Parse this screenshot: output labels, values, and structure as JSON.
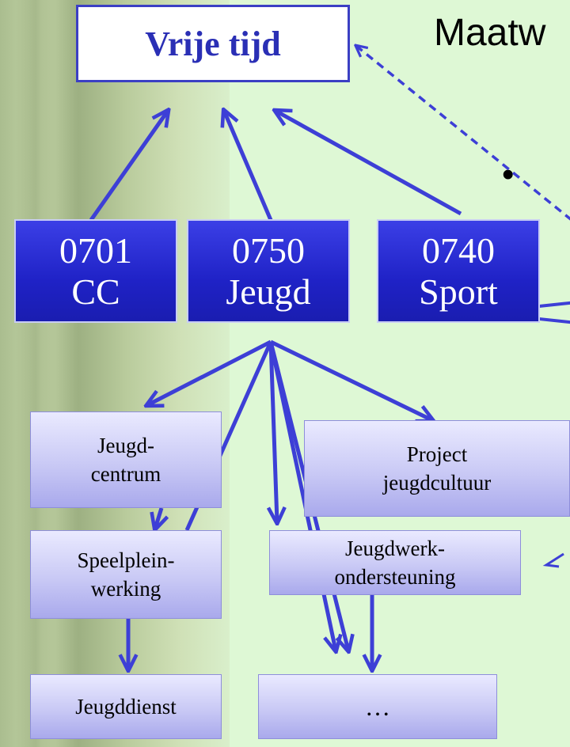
{
  "title": "Maatw",
  "bullet": "•",
  "top_node": {
    "label": "Vrije tijd"
  },
  "level1": [
    {
      "code": "0701",
      "name": "CC"
    },
    {
      "code": "0750",
      "name": "Jeugd"
    },
    {
      "code": "0740",
      "name": "Sport"
    }
  ],
  "level2": {
    "jeugdcentrum": [
      "Jeugd-",
      "centrum"
    ],
    "project": [
      "Project",
      "jeugdcultuur"
    ],
    "speelplein": [
      "Speelplein-",
      "werking"
    ],
    "jeugdwerk": [
      "Jeugdwerk-",
      "ondersteuning"
    ],
    "jeugddienst": "Jeugddienst",
    "more": "…"
  },
  "colors": {
    "arrow": "#3d3fd6",
    "dark_box": "#2226d0",
    "top_text": "#2a2fb5"
  }
}
